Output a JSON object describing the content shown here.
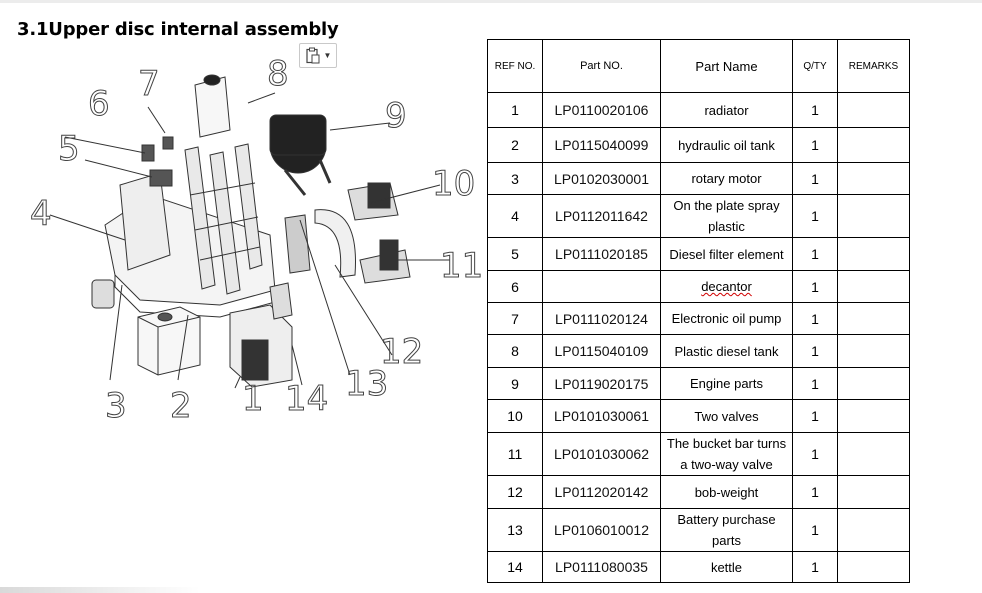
{
  "section_title": "3.1Upper disc internal assembly",
  "paste_options_icon": "clipboard-paste-icon",
  "diagram": {
    "callouts": [
      "1",
      "2",
      "3",
      "4",
      "5",
      "6",
      "7",
      "8",
      "9",
      "10",
      "11",
      "12",
      "13",
      "14"
    ]
  },
  "table": {
    "headers": {
      "ref": "REF NO.",
      "part_no": "Part NO.",
      "part_name": "Part Name",
      "qty": "Q/TY",
      "remarks": "REMARKS"
    },
    "rows": [
      {
        "ref": "1",
        "part_no": "LP0110020106",
        "name": "radiator",
        "qty": "1",
        "remarks": ""
      },
      {
        "ref": "2",
        "part_no": "LP0115040099",
        "name": "hydraulic oil tank",
        "qty": "1",
        "remarks": ""
      },
      {
        "ref": "3",
        "part_no": "LP0102030001",
        "name": "rotary motor",
        "qty": "1",
        "remarks": ""
      },
      {
        "ref": "4",
        "part_no": "LP0112011642",
        "name": "On the plate spray plastic",
        "qty": "1",
        "remarks": ""
      },
      {
        "ref": "5",
        "part_no": "LP0111020185",
        "name": "Diesel filter element",
        "qty": "1",
        "remarks": ""
      },
      {
        "ref": "6",
        "part_no": "",
        "name": "decantor",
        "qty": "1",
        "remarks": ""
      },
      {
        "ref": "7",
        "part_no": "LP0111020124",
        "name": "Electronic oil pump",
        "qty": "1",
        "remarks": ""
      },
      {
        "ref": "8",
        "part_no": "LP0115040109",
        "name": "Plastic diesel tank",
        "qty": "1",
        "remarks": ""
      },
      {
        "ref": "9",
        "part_no": "LP0119020175",
        "name": "Engine parts",
        "qty": "1",
        "remarks": ""
      },
      {
        "ref": "10",
        "part_no": "LP0101030061",
        "name": "Two valves",
        "qty": "1",
        "remarks": ""
      },
      {
        "ref": "11",
        "part_no": "LP0101030062",
        "name": "The bucket bar turns a two-way valve",
        "qty": "1",
        "remarks": ""
      },
      {
        "ref": "12",
        "part_no": "LP0112020142",
        "name": "bob-weight",
        "qty": "1",
        "remarks": ""
      },
      {
        "ref": "13",
        "part_no": "LP0106010012",
        "name": "Battery purchase parts",
        "qty": "1",
        "remarks": ""
      },
      {
        "ref": "14",
        "part_no": "LP0111080035",
        "name": "kettle",
        "qty": "1",
        "remarks": ""
      }
    ]
  }
}
